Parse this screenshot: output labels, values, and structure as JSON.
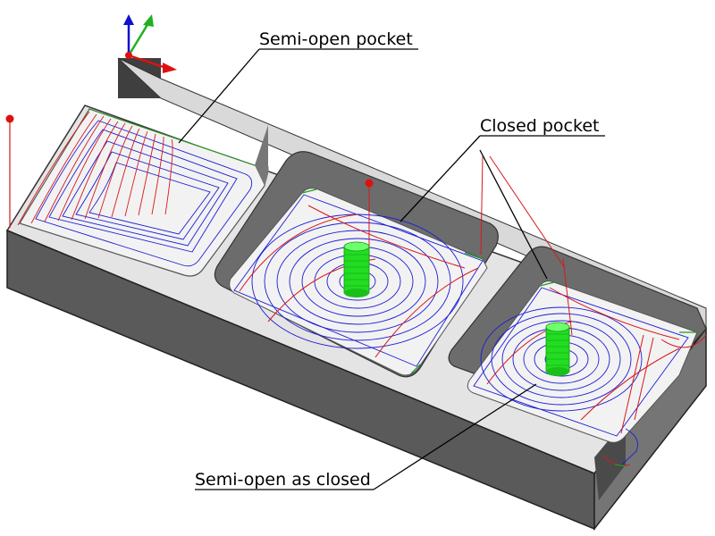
{
  "labels": {
    "semi_open_pocket": "Semi-open pocket",
    "closed_pocket": "Closed pocket",
    "semi_open_as_closed": "Semi-open as closed"
  },
  "colors": {
    "background": "#ffffff",
    "part_top": "#e4e4e4",
    "part_side_dark": "#555555",
    "part_side_mid": "#6e6e6e",
    "pocket_floor": "#f1f1f1",
    "toolpath_blue": "#1c1cd6",
    "toolpath_red": "#d81818",
    "toolpath_green": "#19a019",
    "tool_green": "#22dd22",
    "axis_x": "#e01010",
    "axis_y": "#20b020",
    "axis_z": "#1010d0",
    "leader": "#000000"
  },
  "icons": {
    "axis_triad": "xyz-axis-triad-icon",
    "tool_markers": "red-ball-marker-icon",
    "tools": "green-cutter-icon"
  }
}
